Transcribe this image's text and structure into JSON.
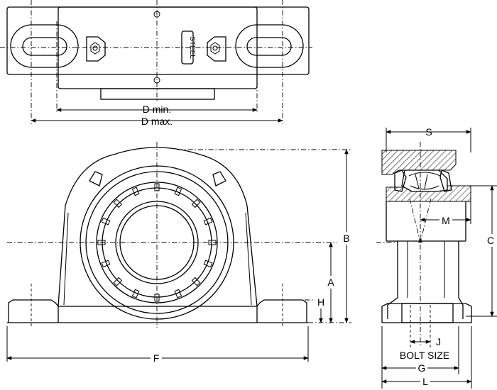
{
  "labels": {
    "d_min": "D min.",
    "d_max": "D max.",
    "steel": "STEEL",
    "s": "S",
    "b": "B",
    "c": "C",
    "m": "M",
    "a": "A",
    "h": "H",
    "f": "F",
    "j": "J",
    "bolt_size": "BOLT SIZE",
    "g": "G",
    "l": "L"
  }
}
